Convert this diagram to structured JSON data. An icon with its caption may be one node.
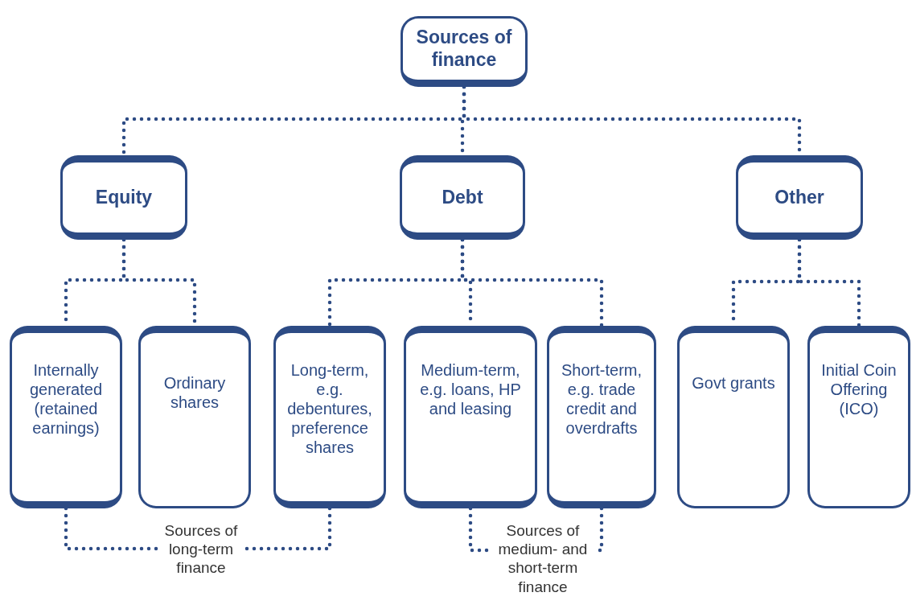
{
  "diagram": {
    "nodes": [
      {
        "text": [
          "Sources of finance"
        ]
      },
      {
        "text": [
          "Equity"
        ]
      },
      {
        "text": [
          "Debt"
        ]
      },
      {
        "text": [
          "Other"
        ]
      },
      {
        "text": [
          "Internally generated (retained earnings)"
        ]
      },
      {
        "text": [
          "Ordinary shares"
        ]
      },
      {
        "text": [
          "Long-term, e.g. debentures, preference shares"
        ]
      },
      {
        "text": [
          "Medium-term, e.g. loans, HP and leasing"
        ]
      },
      {
        "text": [
          "Short-term, e.g. trade credit and overdrafts"
        ]
      },
      {
        "text": [
          "Govt grants"
        ]
      },
      {
        "text": [
          "Initial Coin Offering (ICO)"
        ]
      },
      {
        "text": [
          "Sources of long-term finance"
        ]
      },
      {
        "text": [
          "Sources of medium- and short-term finance"
        ]
      }
    ],
    "edges": [
      {
        "from": 0,
        "to": 1,
        "arrow": "none"
      },
      {
        "from": 0,
        "to": 2,
        "arrow": "none"
      },
      {
        "from": 0,
        "to": 3,
        "arrow": "none"
      },
      {
        "from": 1,
        "to": 4,
        "arrow": "none"
      },
      {
        "from": 1,
        "to": 5,
        "arrow": "none"
      },
      {
        "from": 2,
        "to": 6,
        "arrow": "none"
      },
      {
        "from": 2,
        "to": 7,
        "arrow": "none"
      },
      {
        "from": 2,
        "to": 8,
        "arrow": "none"
      },
      {
        "from": 3,
        "to": 9,
        "arrow": "none"
      },
      {
        "from": 3,
        "to": 10,
        "arrow": "none"
      },
      {
        "from": 4,
        "to": 11,
        "arrow": "none"
      },
      {
        "from": 6,
        "to": 11,
        "arrow": "none"
      },
      {
        "from": 7,
        "to": 12,
        "arrow": "none"
      },
      {
        "from": 8,
        "to": 12,
        "arrow": "none"
      }
    ]
  }
}
